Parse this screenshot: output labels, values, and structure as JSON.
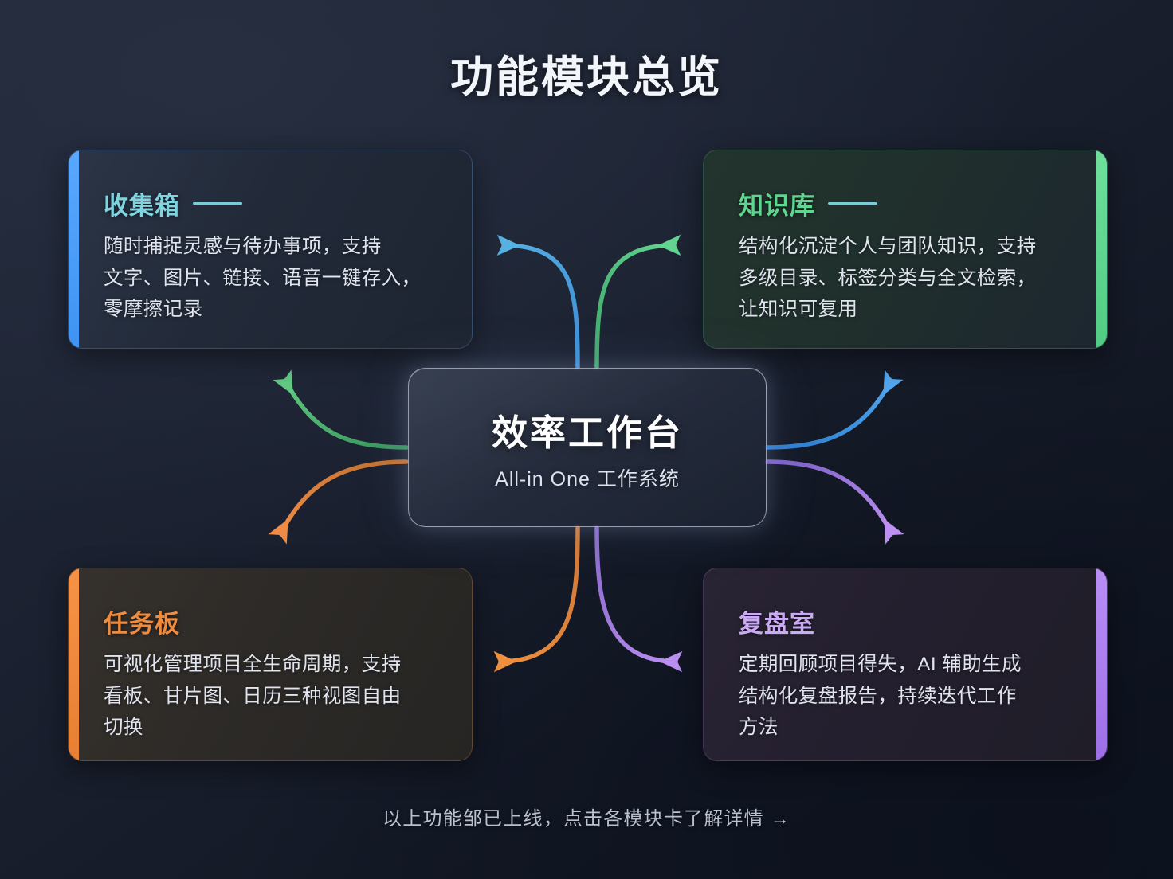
{
  "page": {
    "title": "功能模块总览",
    "footer_note": "以上功能邹已上线，点击各模块卡了解详情 →"
  },
  "hub": {
    "title": "效率工作台",
    "subtitle": "All-in One 工作系统"
  },
  "cards": [
    {
      "id": "inbox",
      "title": "收集箱",
      "desc": "随时捕捉灵感与待办事项，支持\n文字、图片、链接、语音一键存入，\n零摩擦记录",
      "accent_color": "#4a9eff",
      "title_color": "#7fd4e0",
      "accent_side": "left",
      "has_dash": true
    },
    {
      "id": "knowledge-base",
      "title": "知识库",
      "desc": "结构化沉淀个人与团队知识，支持\n多级目录、标签分类与全文检索，\n让知识可复用",
      "accent_color": "#5ed68f",
      "title_color": "#5ed68f",
      "accent_side": "right",
      "has_dash": true
    },
    {
      "id": "task-board",
      "title": "任务板",
      "desc": "可视化管理项目全生命周期，支持\n看板、甘片图、日历三种视图自由\n切换",
      "accent_color": "#f08a3c",
      "title_color": "#f08a3c",
      "accent_side": "left",
      "has_dash": false
    },
    {
      "id": "review-room",
      "title": "复盘室",
      "desc": "定期回顾项目得失，AI 辅助生成\n结构化复盘报告，持续迭代工作\n方法",
      "accent_color": "#a678e8",
      "title_color": "#cbaaf5",
      "accent_side": "right",
      "has_dash": false
    }
  ],
  "connectors": [
    {
      "name": "hub-to-inbox",
      "color_from": "#3f8fd6",
      "color_to": "#55aee0",
      "direction": "up-left"
    },
    {
      "name": "hub-to-knowledge-base",
      "color_from": "#3fa86a",
      "color_to": "#62d38e",
      "direction": "up-right"
    },
    {
      "name": "hub-to-task-board",
      "color_from": "#d07a3a",
      "color_to": "#ef8f44",
      "direction": "down-left"
    },
    {
      "name": "hub-to-review-room",
      "color_from": "#8f6fd0",
      "color_to": "#b98ef0",
      "direction": "down-right"
    },
    {
      "name": "hub-left-up",
      "color_from": "#3f9a5e",
      "color_to": "#5fc57f",
      "direction": "left-up"
    },
    {
      "name": "hub-left-down",
      "color_from": "#c9733a",
      "color_to": "#ef8a44",
      "direction": "left-down"
    },
    {
      "name": "hub-right-up",
      "color_from": "#2f7fd0",
      "color_to": "#4fa2ea",
      "direction": "right-up"
    },
    {
      "name": "hub-right-down",
      "color_from": "#7f63c8",
      "color_to": "#bb8ff0",
      "direction": "right-down"
    }
  ]
}
